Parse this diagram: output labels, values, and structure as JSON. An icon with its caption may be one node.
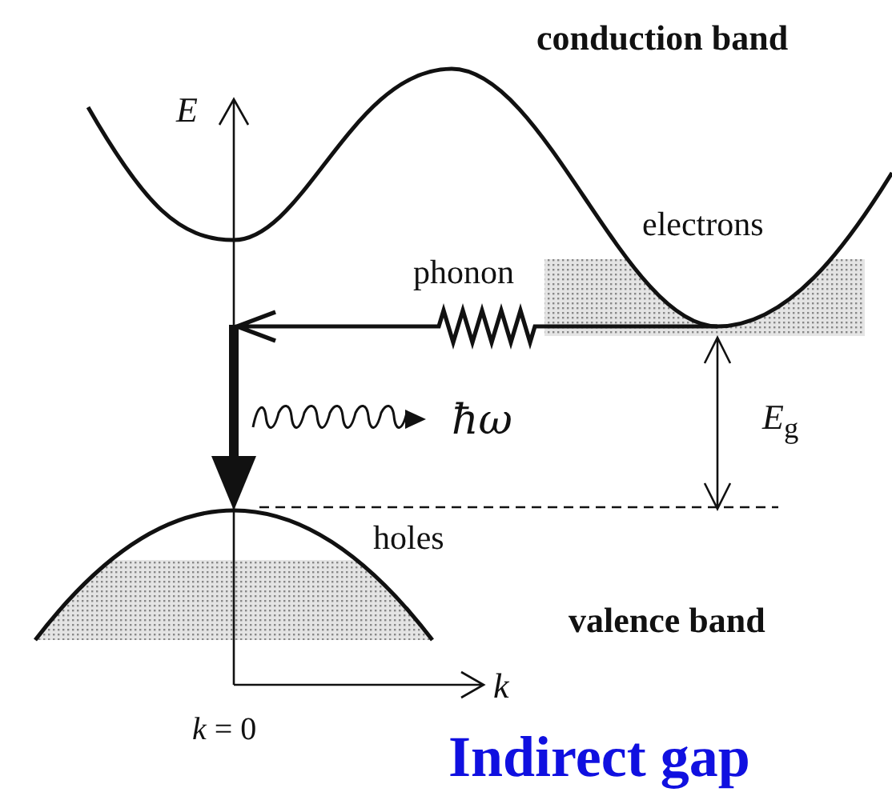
{
  "diagram": {
    "caption": "Indirect gap",
    "labels": [
      "conduction band",
      "E",
      "electrons",
      "phonon",
      "ħω",
      "*E*$_{g}$",
      "holes",
      "valence band",
      "k",
      "*k* = 0"
    ]
  }
}
